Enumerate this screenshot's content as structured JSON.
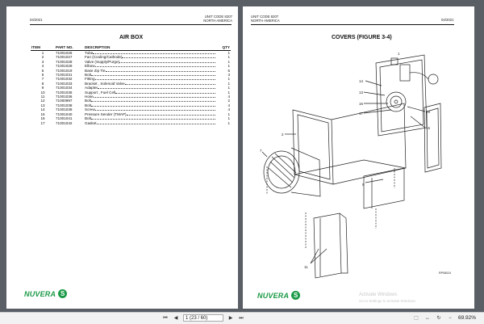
{
  "left_page": {
    "date": "04/2021",
    "unit_code": "UNIT CODE 8207",
    "region": "NORTH AMERICA",
    "title": "AIR BOX",
    "columns": [
      "ITEM",
      "PART NO.",
      "DESCRIPTION",
      "QTY"
    ],
    "rows": [
      {
        "item": "1",
        "part": "71001026",
        "desc": "Tube",
        "qty": "1"
      },
      {
        "item": "2",
        "part": "71001027",
        "desc": "Fan (Cooling/Cathode)",
        "qty": "1"
      },
      {
        "item": "3",
        "part": "71001028",
        "desc": "Valve (Supply/Purge)",
        "qty": "1"
      },
      {
        "item": "4",
        "part": "71001029",
        "desc": "Elbow",
        "qty": "1"
      },
      {
        "item": "5",
        "part": "71001019",
        "desc": "Base Zip Tie",
        "qty": "5"
      },
      {
        "item": "6",
        "part": "71001031",
        "desc": "Bolt",
        "qty": "3"
      },
      {
        "item": "7",
        "part": "71001032",
        "desc": "Fitting",
        "qty": "1"
      },
      {
        "item": "8",
        "part": "71001033",
        "desc": "Bracket , Solenoid Valve",
        "qty": "1"
      },
      {
        "item": "9",
        "part": "71001034",
        "desc": "Adapter",
        "qty": "1"
      },
      {
        "item": "10",
        "part": "71001035",
        "desc": "Support , Fuel Cell",
        "qty": "1"
      },
      {
        "item": "11",
        "part": "71001036",
        "desc": "Hose",
        "qty": "4"
      },
      {
        "item": "12",
        "part": "71000997",
        "desc": "Bolt",
        "qty": "2"
      },
      {
        "item": "13",
        "part": "71001038",
        "desc": "Bolt",
        "qty": "4"
      },
      {
        "item": "14",
        "part": "71001039",
        "desc": "Screw",
        "qty": "4"
      },
      {
        "item": "15",
        "part": "71001040",
        "desc": "Pressure Sender (TMAP)",
        "qty": "1"
      },
      {
        "item": "16",
        "part": "71001041",
        "desc": "Bolt",
        "qty": "1"
      },
      {
        "item": "17",
        "part": "71001042",
        "desc": "Gasket",
        "qty": "1"
      }
    ],
    "logo_text": "NUVERA"
  },
  "right_page": {
    "unit_code": "UNIT CODE 8207",
    "region": "NORTH AMERICA",
    "date": "04/2021",
    "title": "COVERS (FIGURE 3-4)",
    "figure_code": "RP08024",
    "callouts": [
      "1",
      "2",
      "7",
      "9",
      "11",
      "13",
      "14",
      "15",
      "16",
      "17",
      "19"
    ],
    "logo_text": "NUVERA"
  },
  "toolbar": {
    "first_icon": "first-page-icon",
    "prev_icon": "previous-page-icon",
    "page_field": "1 (23 / 60)",
    "next_icon": "next-page-icon",
    "last_icon": "last-page-icon",
    "zoom": "69.92%"
  },
  "watermark": {
    "line1": "Activate Windows",
    "line2": "Go to Settings to activate Windows."
  },
  "colors": {
    "viewer_bg": "#5a5f66",
    "brand_green": "#1a9a46"
  }
}
